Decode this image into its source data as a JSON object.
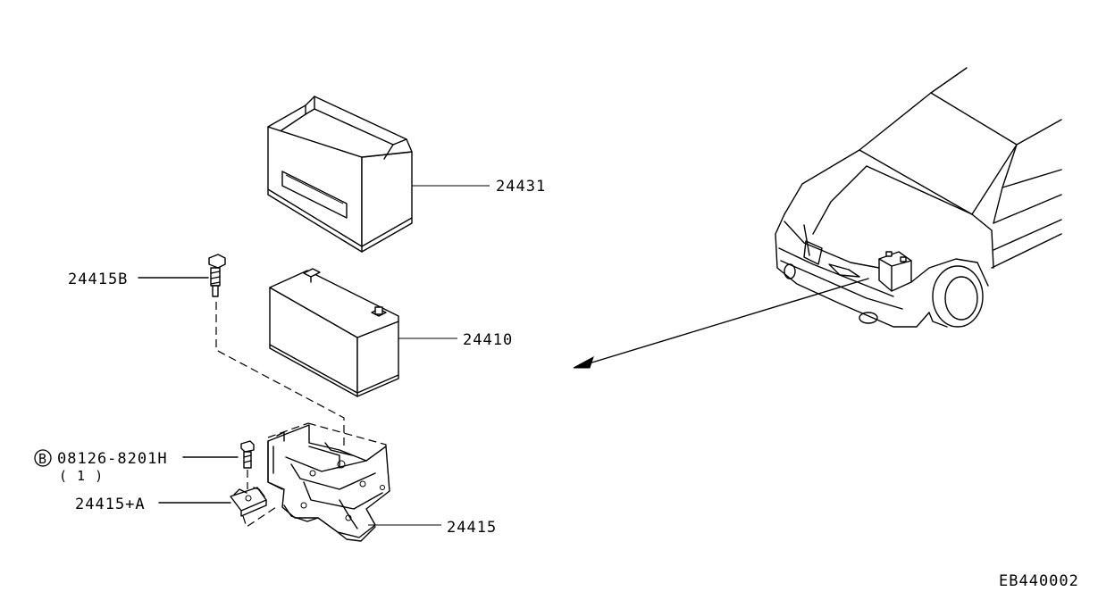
{
  "parts": {
    "battery_cover": "24431",
    "battery": "24410",
    "clamp_bolt": "24415B",
    "bolt_code_symbol": "B",
    "bolt_code": "08126-8201H",
    "bolt_qty": "( 1 )",
    "support_clamp": "24415+A",
    "battery_tray": "24415"
  },
  "diagram_code": "EB440002"
}
